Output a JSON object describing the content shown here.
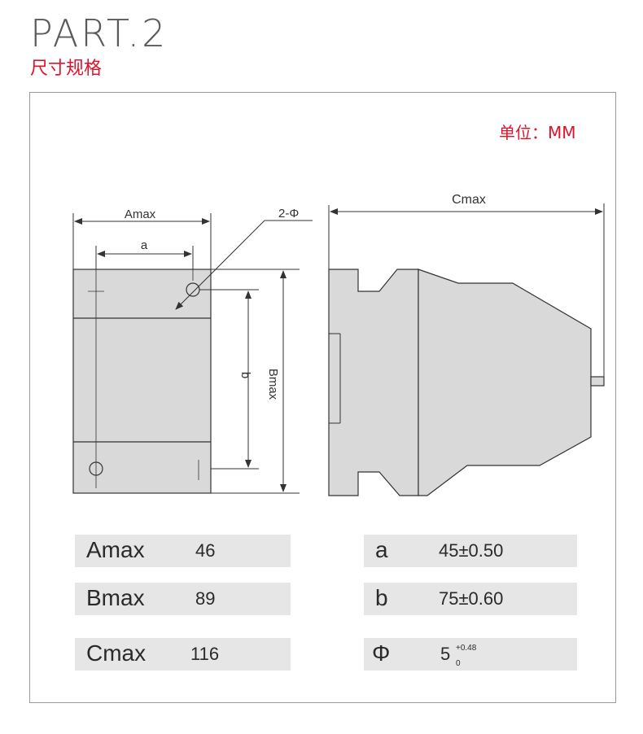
{
  "header": {
    "title": "PART.2",
    "subtitle": "尺寸规格"
  },
  "unit_label": "单位：MM",
  "diagram": {
    "labels": {
      "amax": "Amax",
      "a": "a",
      "hole": "2-Φ",
      "b": "b",
      "bmax": "Bmax",
      "cmax": "Cmax"
    }
  },
  "specs": {
    "left": [
      {
        "name": "Amax",
        "value": "46"
      },
      {
        "name": "Bmax",
        "value": "89"
      },
      {
        "name": "Cmax",
        "value": "116"
      }
    ],
    "right": [
      {
        "name": "a",
        "value": "45±0.50"
      },
      {
        "name": "b",
        "value": "75±0.60"
      },
      {
        "name": "Φ",
        "value": "5",
        "tol_upper": "+0.48",
        "tol_lower": "0"
      }
    ]
  },
  "colors": {
    "accent": "#e0132a",
    "fill": "#d9d9d9",
    "line": "#333333"
  }
}
